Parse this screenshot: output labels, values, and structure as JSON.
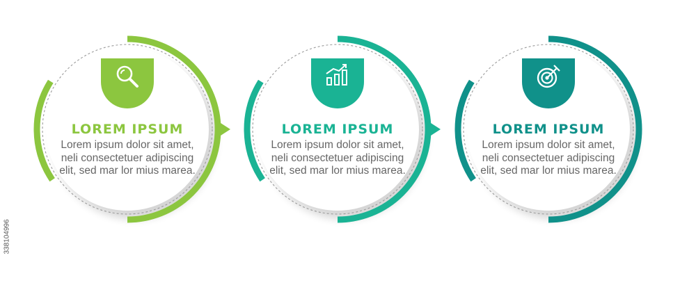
{
  "steps": [
    {
      "icon": "magnifier-icon",
      "title": "LOREM IPSUM",
      "body": "Lorem ipsum dolor sit amet, neli consectetuer adipiscing elit, sed mar lor mius marea.",
      "color": "#8cc63f"
    },
    {
      "icon": "bar-chart-icon",
      "title": "LOREM IPSUM",
      "body": "Lorem ipsum dolor sit amet, neli consectetuer adipiscing elit, sed mar lor mius marea.",
      "color": "#1ab394"
    },
    {
      "icon": "target-icon",
      "title": "LOREM IPSUM",
      "body": "Lorem ipsum dolor sit amet, neli consectetuer adipiscing elit, sed mar lor mius marea.",
      "color": "#10918a"
    }
  ],
  "stock_id": "338104996"
}
